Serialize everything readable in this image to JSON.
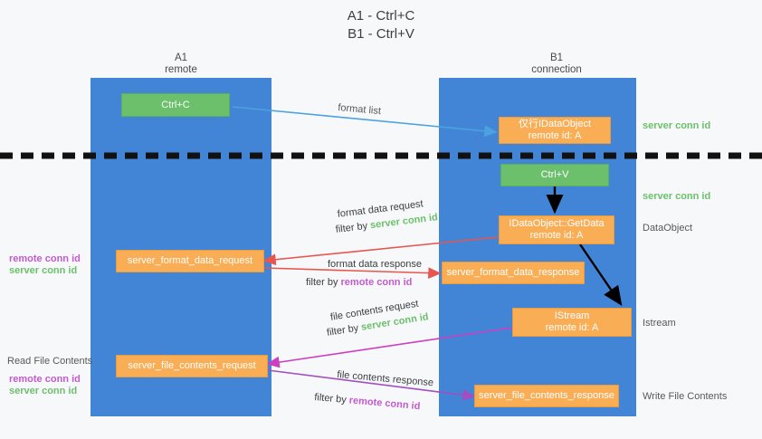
{
  "title": {
    "line1": "A1 - Ctrl+C",
    "line2": "B1 - Ctrl+V"
  },
  "lanes": [
    {
      "id": "a1",
      "name": "A1",
      "sub": "remote"
    },
    {
      "id": "b1",
      "name": "B1",
      "sub": "connection"
    }
  ],
  "colors": {
    "lane": "#4285d6",
    "orange": "#f9ae56",
    "green_box": "#6cc06c",
    "green_text": "#6cc06c",
    "purple_text": "#c45ad0",
    "arrow_blue": "#4aa3df",
    "arrow_red": "#e8554e",
    "arrow_magenta": "#cc3fc0",
    "arrow_purple": "#a24ec0",
    "arrow_black": "#000000",
    "divider": "#111111",
    "background": "#f7f8fa"
  },
  "boxes": {
    "ctrl_c": "Ctrl+C",
    "ctrl_v": "Ctrl+V",
    "idataobject_title": "仅行IDataObject",
    "idataobject_sub": "remote id: A",
    "getdata_title": "IDataObject::GetData",
    "getdata_sub": "remote id: A",
    "istream_title": "IStream",
    "istream_sub": "remote id: A",
    "server_format_data_request": "server_format_data_request",
    "server_format_data_response": "server_format_data_response",
    "server_file_contents_request": "server_file_contents_request",
    "server_file_contents_response": "server_file_contents_response"
  },
  "arrow_labels": {
    "format_list": "format list",
    "format_data_request": "format data request",
    "format_data_request_filter_prefix": "filter by ",
    "format_data_request_filter_value": "server conn id",
    "format_data_response": "format data response",
    "format_data_response_filter_prefix": "filter by ",
    "format_data_response_filter_value": "remote conn id",
    "file_contents_request": "file contents request",
    "file_contents_request_filter_prefix": "filter by ",
    "file_contents_request_filter_value": "server conn id",
    "file_contents_response": "file contents response",
    "file_contents_response_filter_prefix": "filter by ",
    "file_contents_response_filter_value": "remote conn id"
  },
  "side_labels": {
    "right_server_conn_id_top": "server conn id",
    "right_server_conn_id_mid": "server conn id",
    "right_dataobject": "DataObject",
    "right_istream": "Istream",
    "right_write_file_contents": "Write File Contents",
    "left_remote_conn_id_1": "remote conn id",
    "left_server_conn_id_1": "server conn id",
    "left_read_file_contents": "Read File Contents",
    "left_remote_conn_id_2": "remote conn id",
    "left_server_conn_id_2": "server conn id"
  }
}
